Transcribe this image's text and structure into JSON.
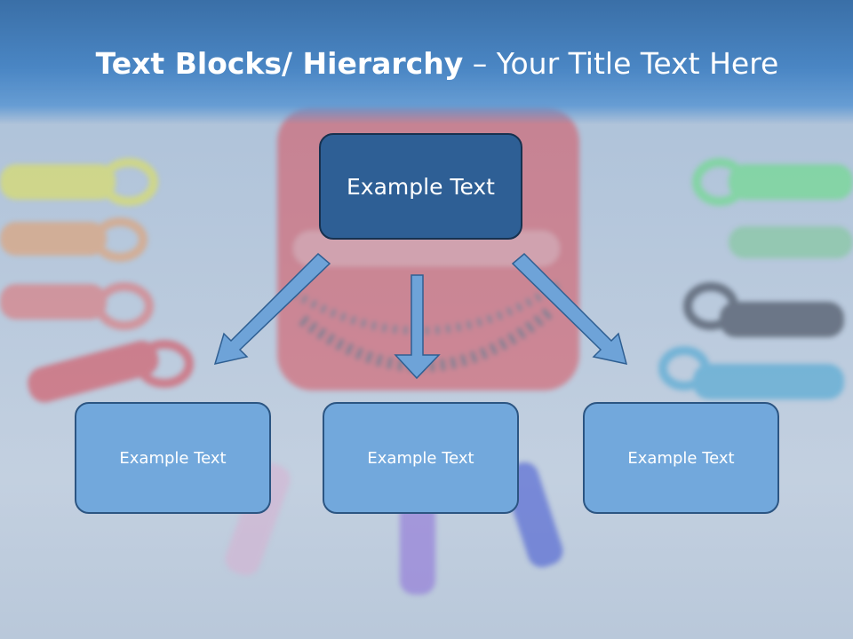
{
  "title": {
    "bold_part": "Text Blocks/ Hierarchy",
    "rest_part": " – Your Title Text Here"
  },
  "diagram": {
    "top_box": {
      "label": "Example Text"
    },
    "child_boxes": [
      {
        "label": "Example Text"
      },
      {
        "label": "Example Text"
      },
      {
        "label": "Example Text"
      }
    ]
  },
  "colors": {
    "header": "#4a86c4",
    "top_box_fill": "#2e5f95",
    "child_box_fill": "#72a8dc",
    "arrow_fill": "#6ea3d8",
    "arrow_stroke": "#2f5f92"
  }
}
